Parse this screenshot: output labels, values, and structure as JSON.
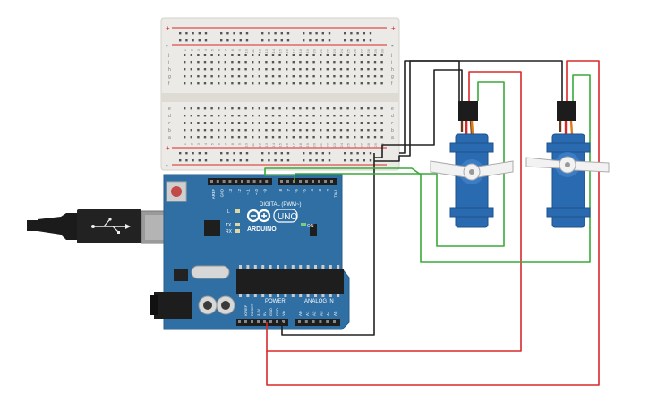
{
  "board": {
    "brand": "ARDUINO",
    "model": "UNO",
    "on_label": "ON",
    "digital_label": "DIGITAL (PWM~)",
    "power_label": "POWER",
    "analog_label": "ANALOG IN",
    "aref": "AREF",
    "gnd": "GND",
    "tx": "TX",
    "rx": "RX",
    "l": "L",
    "digital_pins": [
      "13",
      "12",
      "~11",
      "~10",
      "~9",
      "8",
      "7",
      "~6",
      "~5",
      "4",
      "~3",
      "2",
      "TX▸1",
      "RX◂0"
    ],
    "power_pins": [
      "IOREF",
      "RESET",
      "3.3V",
      "5V",
      "GND",
      "GND",
      "Vin"
    ],
    "analog_pins": [
      "A0",
      "A1",
      "A2",
      "A3",
      "A4",
      "A5"
    ]
  },
  "breadboard": {
    "row_letters_top": [
      "j",
      "i",
      "h",
      "g",
      "f"
    ],
    "row_letters_bottom": [
      "e",
      "d",
      "c",
      "b",
      "a"
    ],
    "column_numbers": [
      "1",
      "2",
      "3",
      "4",
      "5",
      "6",
      "7",
      "8",
      "9",
      "10",
      "11",
      "12",
      "13",
      "14",
      "15",
      "16",
      "17",
      "18",
      "19",
      "20",
      "21",
      "22",
      "23",
      "24",
      "25",
      "26",
      "27",
      "28",
      "29",
      "30"
    ],
    "plus": "+",
    "minus": "-"
  },
  "colors": {
    "board_blue": "#2f6fa3",
    "servo_blue": "#2a6ab0",
    "wire_red": "#d8282a",
    "wire_green": "#3aaa3a",
    "wire_black": "#222222"
  },
  "icons": {
    "usb_plug": "usb-icon",
    "servo_horn": "servo-horn-icon"
  }
}
